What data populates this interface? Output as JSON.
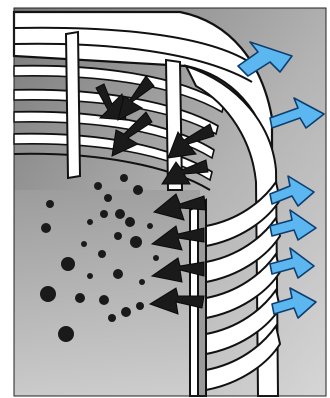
{
  "figure": {
    "kind": "cutaway illustration of a cylindrical louvered wall",
    "colors": {
      "background_gradient": [
        "#7a7a7a",
        "#cfcfcf"
      ],
      "wall_outline": "#111111",
      "ring_face": "#ffffff",
      "louver_face": "#b8b8b8",
      "louver_dark": "#555555",
      "interior_arrows": "#1a1a1a",
      "particles": "#1a1a1a",
      "exterior_arrows": "#5cb7f0",
      "exterior_arrow_outline": "#0c3e70"
    },
    "icons": [
      "blue-inflow-arrow-icon",
      "black-inner-flow-arrow-icon",
      "black-particle-dot"
    ],
    "exterior_arrow_count": 6,
    "interior_arrow_count": 9,
    "particle_count": 27
  }
}
